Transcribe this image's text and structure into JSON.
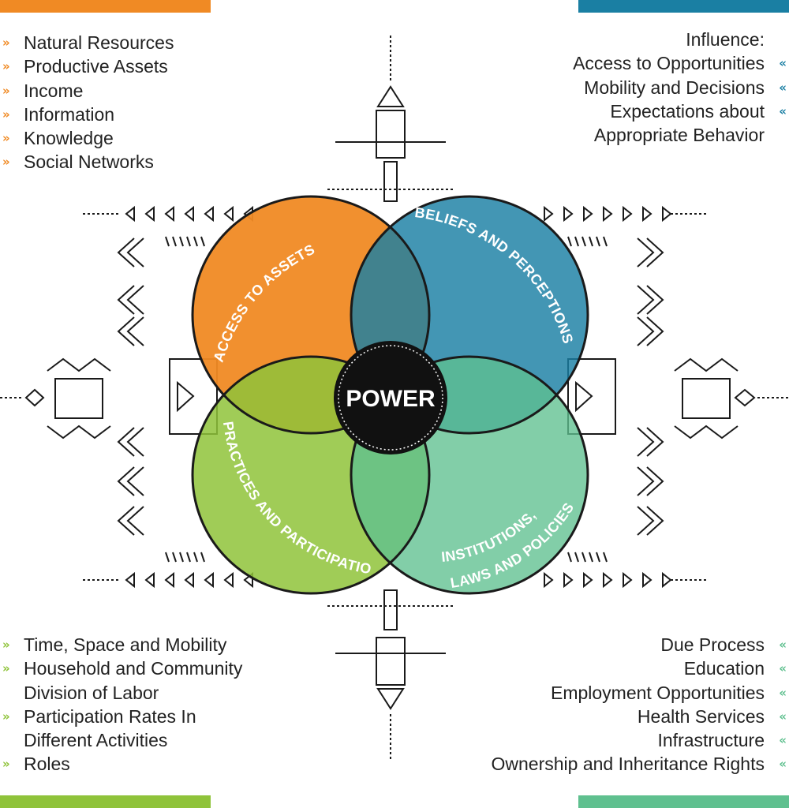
{
  "colors": {
    "orange": "#f08a24",
    "blue": "#1a7fa3",
    "lime": "#8fc33a",
    "teal_green": "#5fc08f",
    "power_black": "#111111",
    "pattern": "#1a1a1a"
  },
  "icons": {
    "bullet_right": "»",
    "bullet_left": "«"
  },
  "assets_list": {
    "items": [
      "Natural Resources",
      "Productive Assets",
      "Income",
      "Information",
      "Knowledge",
      "Social Networks"
    ]
  },
  "beliefs_list": {
    "heading": "Influence:",
    "items": [
      "Access to Opportunities",
      "Mobility and Decisions",
      "Expectations about"
    ],
    "continuation": "Appropriate Behavior"
  },
  "practices_list": {
    "items": [
      "Time, Space and Mobility",
      "Household and Community",
      "Participation Rates In",
      "Roles"
    ],
    "continuations": [
      "Division of Labor",
      "Different Activities"
    ]
  },
  "institutions_list": {
    "items": [
      "Due Process",
      "Education",
      "Employment Opportunities",
      "Health Services",
      "Infrastructure",
      "Ownership and Inheritance Rights"
    ]
  },
  "circles": {
    "assets": "ACCESS TO ASSETS",
    "beliefs": "BELIEFS AND PERCEPTIONS",
    "practices": "PRACTICES AND PARTICIPATION",
    "institutions_line1": "INSTITUTIONS,",
    "institutions_line2": "LAWS AND POLICIES"
  },
  "center": {
    "label": "POWER"
  }
}
